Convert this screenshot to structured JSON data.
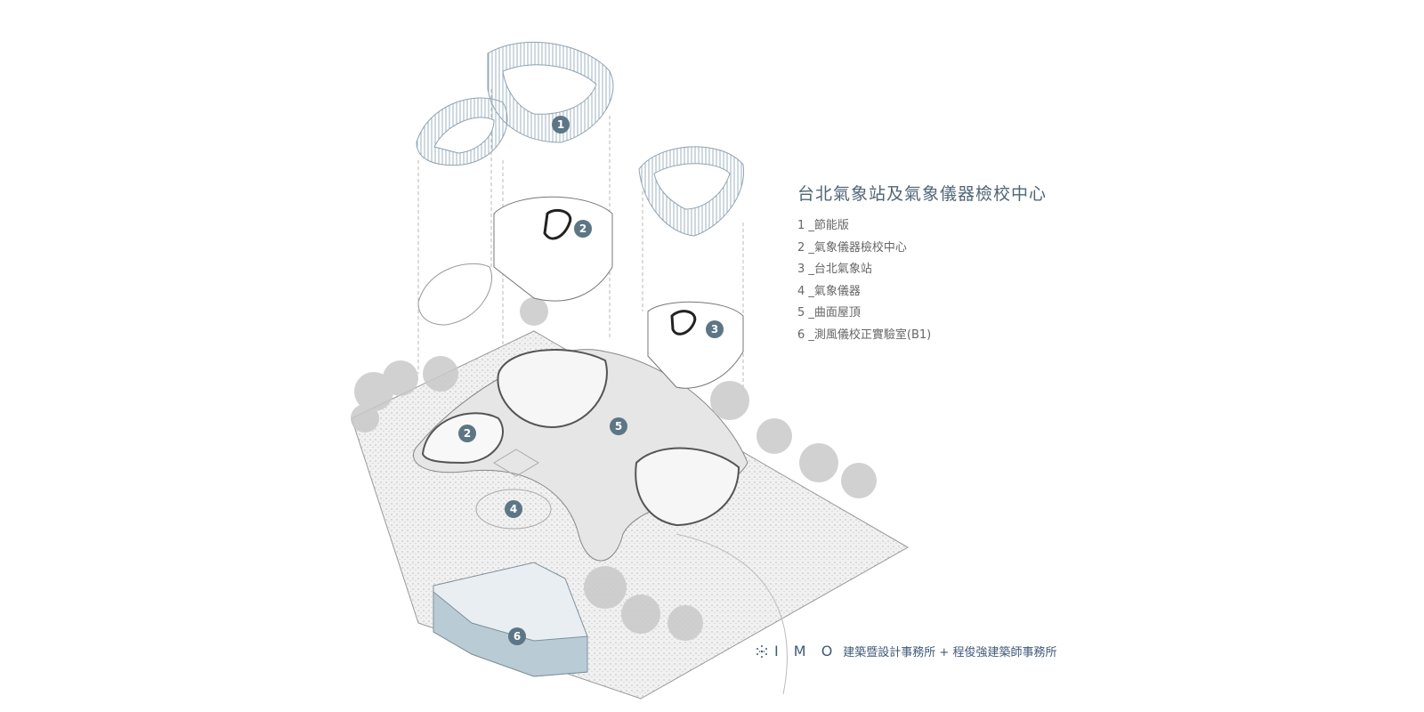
{
  "title": "台北氣象站及氣象儀器檢校中心",
  "legend": [
    {
      "num": "1",
      "label": "_節能版"
    },
    {
      "num": "2",
      "label": "_氣象儀器檢校中心"
    },
    {
      "num": "3",
      "label": "_台北氣象站"
    },
    {
      "num": "4",
      "label": "_氣象儀器"
    },
    {
      "num": "5",
      "label": "_曲面屋頂"
    },
    {
      "num": "6",
      "label": "_測風儀校正實驗室(B1)"
    }
  ],
  "markers": [
    "1",
    "2",
    "3",
    "2",
    "5",
    "4",
    "6"
  ],
  "credit": {
    "firm": "I M O",
    "text": "建築暨設計事務所 + 程俊強建築師事務所"
  },
  "colors": {
    "marker": "#5d7686",
    "accent": "#3f5a78",
    "box": "#b9ccd6"
  }
}
